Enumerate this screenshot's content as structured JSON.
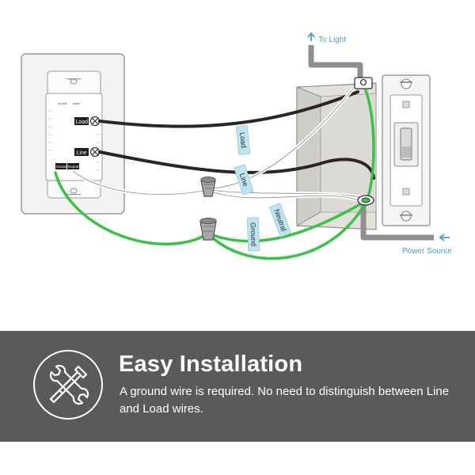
{
  "diagram": {
    "annotations": {
      "to_light": "To Light",
      "power_source": "Power Source"
    },
    "wire_labels": {
      "load": "Load",
      "line": "Line",
      "neutral": "Neutral",
      "ground": "Ground"
    },
    "smart_switch_terminals": {
      "load": "Load",
      "line": "Line",
      "ground": "Ground",
      "neutral": "Neutral"
    },
    "colors": {
      "hot_wire": "#2b2523",
      "neutral_wire": "#ffffff",
      "ground_wire": "#3cc04a",
      "accent": "#4a9fbf",
      "label_tag": "#bfe3ef"
    }
  },
  "banner": {
    "icon": "tools-icon",
    "title": "Easy Installation",
    "description": "A ground wire is required. No need to distinguish between Line and Load wires."
  }
}
